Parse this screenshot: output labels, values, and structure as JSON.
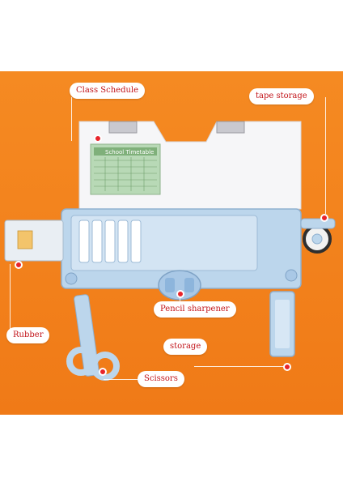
{
  "image": {
    "background_color": "#f0801e",
    "product_color": "#bcd6ec",
    "callout_color": "#e8242b"
  },
  "timetable": {
    "title": "School Timetable"
  },
  "callouts": {
    "class_schedule": "Class Schedule",
    "tape_storage": "tape storage",
    "rubber": "Rubber",
    "pencil_sharpener": "Pencil sharpener",
    "storage": "storage",
    "scissors": "Scissors"
  }
}
